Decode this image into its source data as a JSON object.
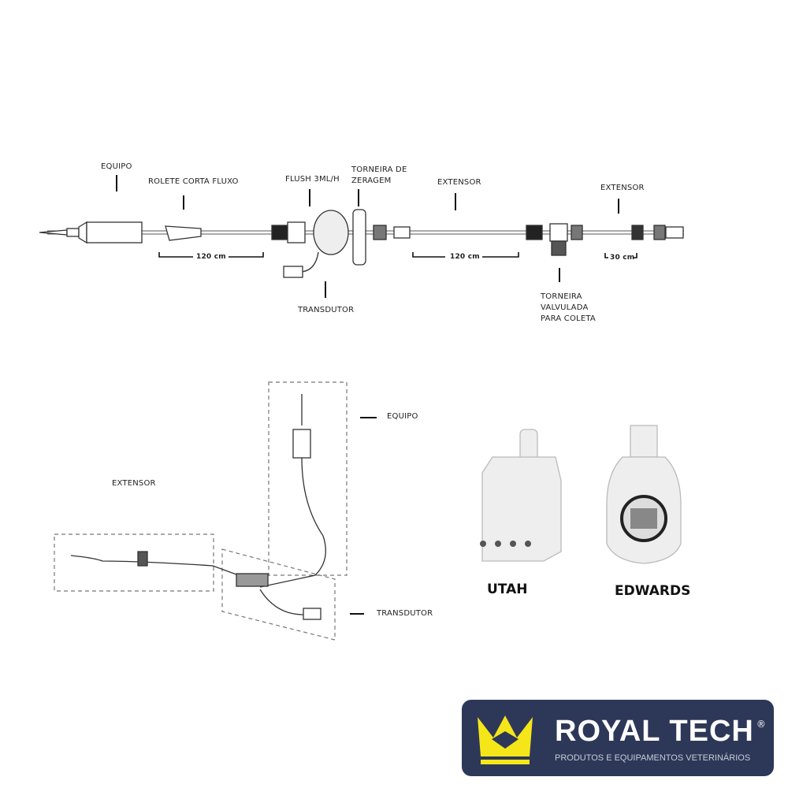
{
  "top_diagram": {
    "labels": {
      "equipo": "EQUIPO",
      "rolete": "ROLETE CORTA FLUXO",
      "flush": "FLUSH 3ML/H",
      "torneira_zeragem_1": "TORNEIRA DE",
      "torneira_zeragem_2": "ZERAGEM",
      "extensor_1": "EXTENSOR",
      "extensor_2": "EXTENSOR",
      "transdutor": "TRANSDUTOR",
      "torneira_valvulada_1": "TORNEIRA",
      "torneira_valvulada_2": "VALVULADA",
      "torneira_valvulada_3": "PARA COLETA"
    },
    "measures": {
      "m1": "120 cm",
      "m2": "120 cm",
      "m3": "30 cm"
    }
  },
  "bottom_diagram": {
    "equipo": "EQUIPO",
    "extensor": "EXTENSOR",
    "transdutor": "TRANSDUTOR"
  },
  "connectors": {
    "utah": "UTAH",
    "edwards": "EDWARDS"
  },
  "logo": {
    "brand": "ROYAL TECH",
    "registered": "®",
    "tagline": "PRODUTOS E EQUIPAMENTOS VETERINÁRIOS",
    "crown_color": "#f5e61a",
    "bg_color": "#2d3858"
  }
}
